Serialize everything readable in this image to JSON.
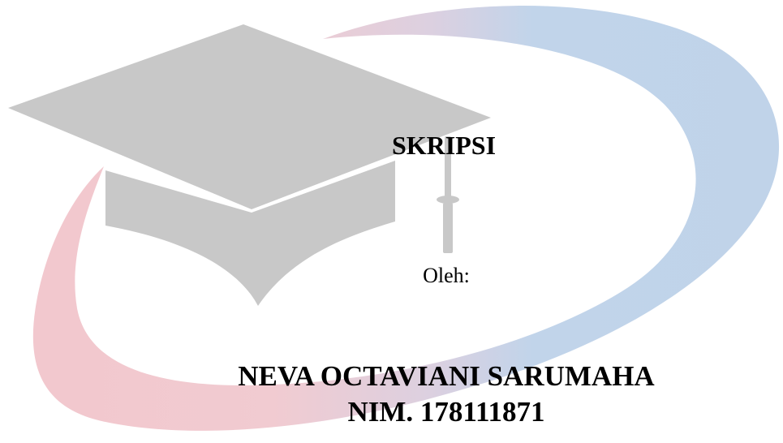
{
  "document": {
    "title": "SKRIPSI",
    "by_label": "Oleh:",
    "author_name": "NEVA OCTAVIANI SARUMAHA",
    "student_id": "NIM. 178111871"
  },
  "colors": {
    "cap": "#c8c8c8",
    "swoosh_red": "#f2c7cd",
    "swoosh_mauve": "#dcd0e0",
    "swoosh_blue": "#c1d4ea",
    "text": "#000000"
  },
  "icons": {
    "graduation_cap": "graduation-cap-icon",
    "swoosh": "swoosh-ring"
  }
}
